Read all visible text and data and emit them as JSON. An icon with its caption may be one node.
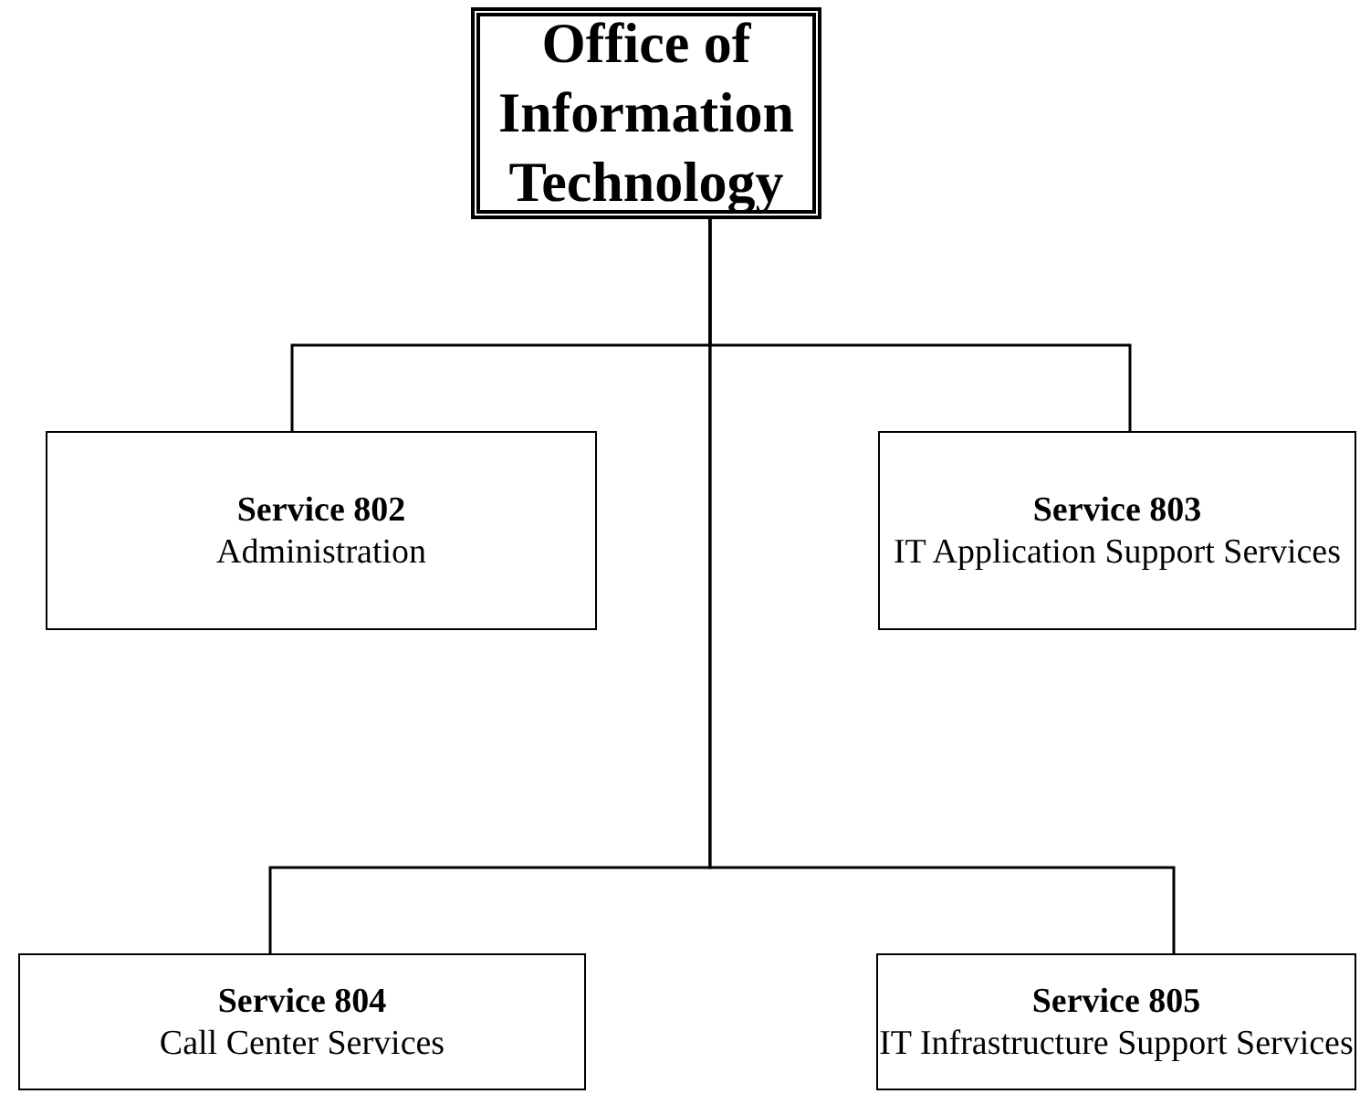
{
  "diagram": {
    "nodes": [
      {
        "text": [
          "Office of Information Technology"
        ]
      },
      {
        "text": [
          "Service 802",
          "Administration"
        ]
      },
      {
        "text": [
          "Service 803",
          "IT Application Support Services"
        ]
      },
      {
        "text": [
          "Service 804",
          "Call Center Services"
        ]
      },
      {
        "text": [
          "Service 805",
          "IT Infrastructure Support Services"
        ]
      }
    ],
    "edges": [
      {
        "from": 0,
        "to": 1,
        "arrow": "none"
      },
      {
        "from": 0,
        "to": 2,
        "arrow": "none"
      },
      {
        "from": 0,
        "to": 3,
        "arrow": "none"
      },
      {
        "from": 0,
        "to": 4,
        "arrow": "none"
      }
    ]
  }
}
